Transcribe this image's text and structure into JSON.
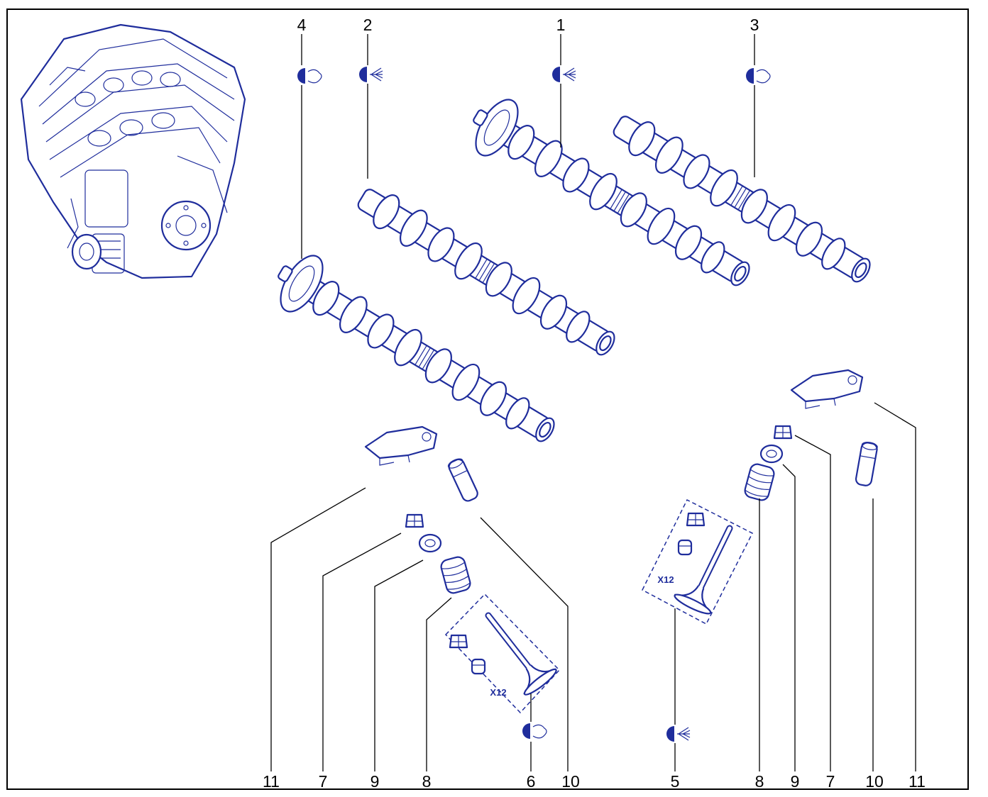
{
  "colors": {
    "line_art": "#1f2d9c",
    "callout_text": "#000000",
    "background": "#ffffff"
  },
  "callouts": {
    "c1": "1",
    "c2": "2",
    "c3": "3",
    "c4": "4",
    "c5": "5",
    "c6": "6",
    "c7_left": "7",
    "c7_right": "7",
    "c8_left": "8",
    "c8_right": "8",
    "c9_left": "9",
    "c9_right": "9",
    "c10_left": "10",
    "c10_right": "10",
    "c11_left": "11",
    "c11_right": "11"
  },
  "kits": {
    "left_quantity": "X12",
    "right_quantity": "X12"
  },
  "icons": {
    "intake_symbol": "intake-arrow-icon",
    "exhaust_symbol": "exhaust-cloud-icon"
  }
}
